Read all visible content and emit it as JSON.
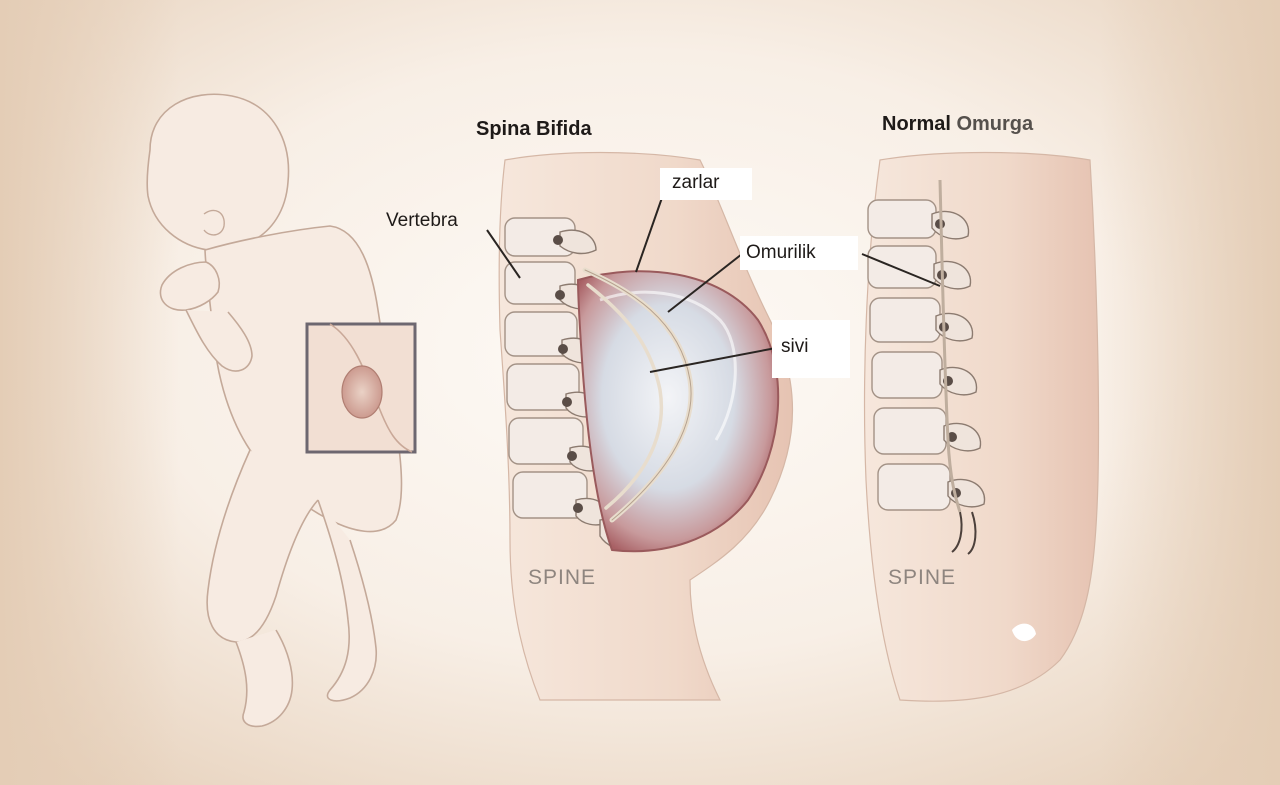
{
  "headings": {
    "spina_bifida": "Spina Bifida",
    "normal_word": "Normal",
    "omurga_word": "Omurga"
  },
  "callouts": {
    "vertebra": "Vertebra",
    "zarlar": "zarlar",
    "omurilik": "Omurilik",
    "sivi": "sivi"
  },
  "spine_labels": {
    "left": "SPINE",
    "right": "SPINE"
  },
  "colors": {
    "background_center": "#fbf6f1",
    "background_edge": "#e6d2bd",
    "skin": "#f1ddcf",
    "skin_shadow": "#e0bfae",
    "outline": "#b79d8c",
    "bone": "#f4ece6",
    "bone_shadow": "#c9b8ae",
    "sac_outer": "#b7726f",
    "sac_inner": "#dfe3ea",
    "nerve": "#ece2d4",
    "frame_border": "#6d6770",
    "leader_line": "#2a2522"
  }
}
